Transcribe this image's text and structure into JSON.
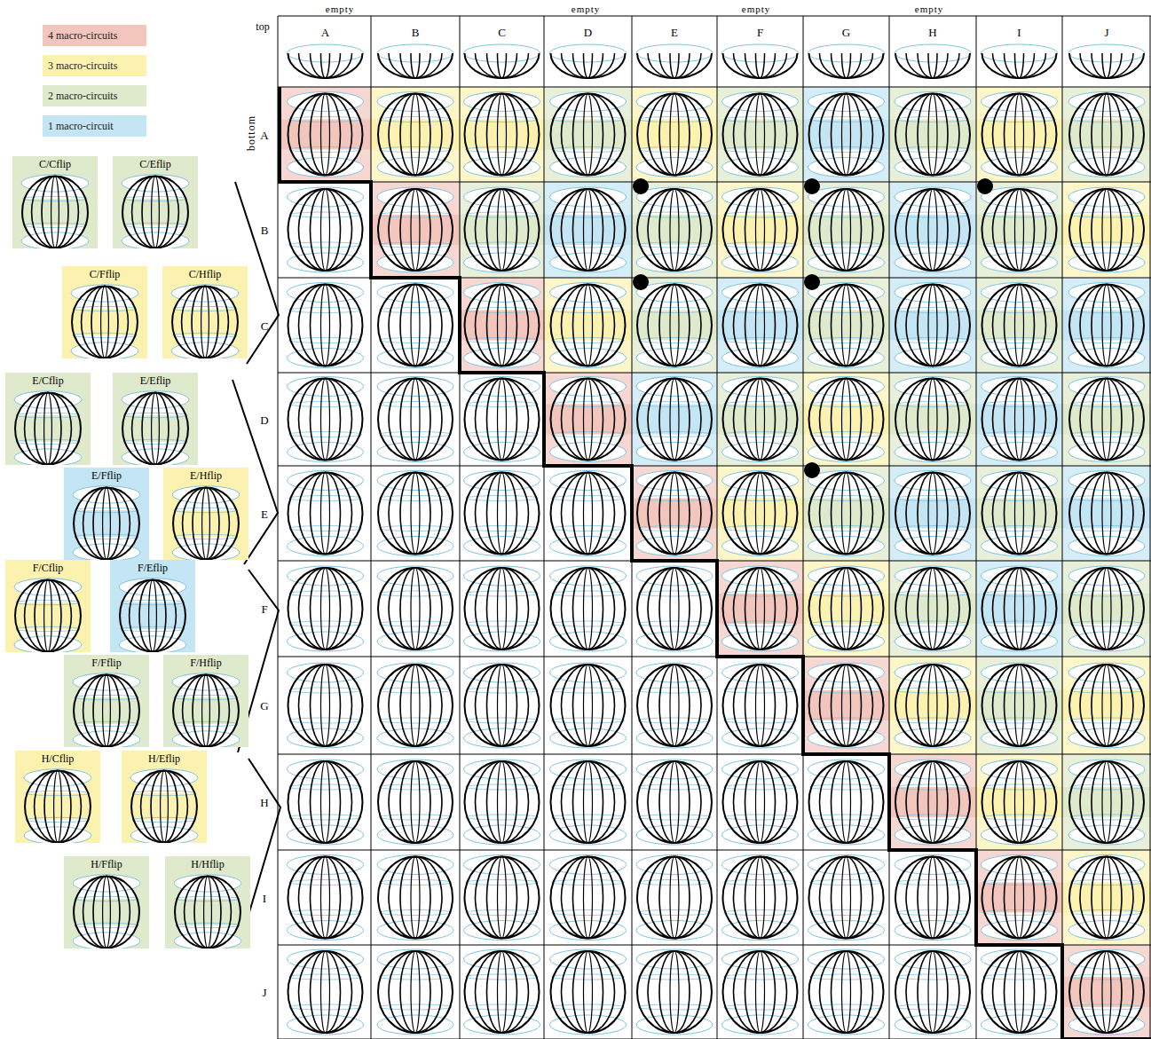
{
  "diagram": {
    "nodes": [
      {
        "text": [
          "C/Cflip"
        ]
      },
      {
        "text": [
          "C/Eflip"
        ]
      },
      {
        "text": [
          "C/Fflip"
        ]
      },
      {
        "text": [
          "C/Hflip"
        ]
      },
      {
        "text": [
          "E/Cflip"
        ]
      },
      {
        "text": [
          "E/Eflip"
        ]
      },
      {
        "text": [
          "E/Fflip"
        ]
      },
      {
        "text": [
          "E/Hflip"
        ]
      },
      {
        "text": [
          "F/Cflip"
        ]
      },
      {
        "text": [
          "F/Eflip"
        ]
      },
      {
        "text": [
          "F/Fflip"
        ]
      },
      {
        "text": [
          "F/Hflip"
        ]
      },
      {
        "text": [
          "H/Cflip"
        ]
      },
      {
        "text": [
          "H/Eflip"
        ]
      },
      {
        "text": [
          "H/Fflip"
        ]
      },
      {
        "text": [
          "H/Hflip"
        ]
      }
    ],
    "labels": [
      "empty",
      "empty",
      "empty",
      "empty",
      "top",
      "A",
      "B",
      "C",
      "D",
      "E",
      "F",
      "G",
      "H",
      "I",
      "J",
      "bottom",
      "A",
      "B",
      "C",
      "D",
      "E",
      "F",
      "G",
      "H",
      "I",
      "J"
    ],
    "legend": [
      {
        "text": "4 macro-circuits",
        "color": "#f3c6bd"
      },
      {
        "text": "3 macro-circuits",
        "color": "#fcf2b0"
      },
      {
        "text": "2 macro-circuits",
        "color": "#dfe9cb"
      },
      {
        "text": "1 macro-circuit",
        "color": "#c3e5f4"
      }
    ]
  }
}
